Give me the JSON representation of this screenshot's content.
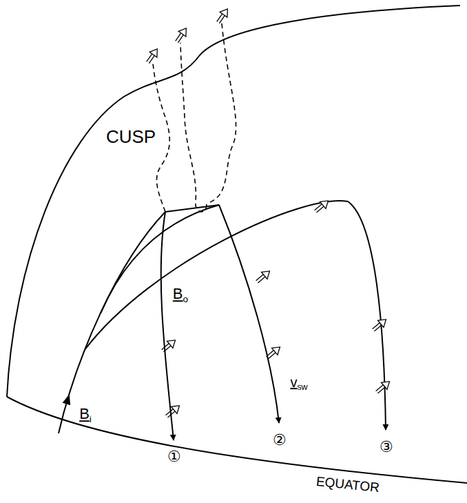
{
  "diagram": {
    "labels": [
      "CUSP",
      "Bo",
      "Bi",
      "vsw",
      "①",
      "②",
      "③",
      "EQUATOR"
    ]
  }
}
